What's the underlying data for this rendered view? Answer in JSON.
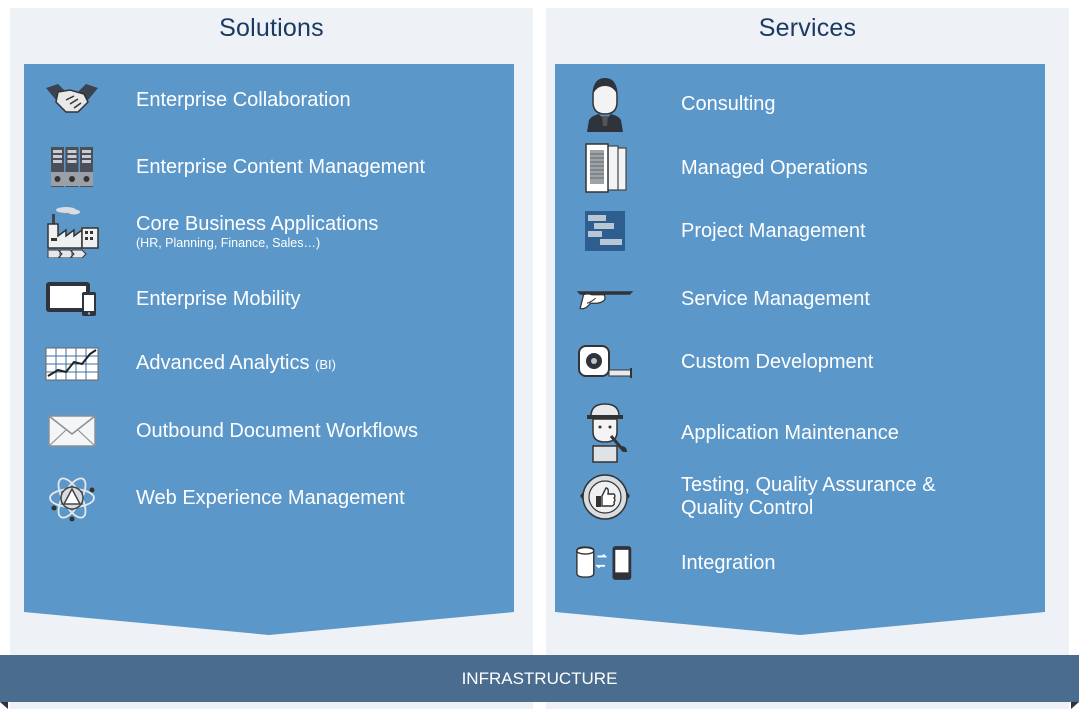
{
  "colors": {
    "panel_blue": "#5b97c9",
    "column_bg": "#eef1f5",
    "title_navy": "#1a3a63",
    "infra_bar": "#4a6d8f"
  },
  "solutions": {
    "title": "Solutions",
    "items": [
      {
        "icon": "handshake-icon",
        "label": "Enterprise Collaboration"
      },
      {
        "icon": "binders-icon",
        "label": "Enterprise Content Management"
      },
      {
        "icon": "factory-icon",
        "label": "Core Business Applications",
        "sub": "(HR, Planning, Finance, Sales…)"
      },
      {
        "icon": "tablet-phone-icon",
        "label": "Enterprise Mobility"
      },
      {
        "icon": "chart-icon",
        "label": "Advanced Analytics",
        "suffix": "(BI)"
      },
      {
        "icon": "envelope-icon",
        "label": "Outbound Document Workflows"
      },
      {
        "icon": "atom-icon",
        "label": "Web Experience Management"
      }
    ]
  },
  "services": {
    "title": "Services",
    "items": [
      {
        "icon": "consultant-icon",
        "label": "Consulting"
      },
      {
        "icon": "server-icon",
        "label": "Managed Operations"
      },
      {
        "icon": "gantt-icon",
        "label": "Project Management"
      },
      {
        "icon": "serving-tray-icon",
        "label": "Service Management"
      },
      {
        "icon": "tape-measure-icon",
        "label": "Custom Development"
      },
      {
        "icon": "mechanic-icon",
        "label": "Application Maintenance"
      },
      {
        "icon": "thumbs-up-badge-icon",
        "label": "Testing, Quality Assurance",
        "amp": "&",
        "label2": "Quality Control"
      },
      {
        "icon": "database-phone-icon",
        "label": "Integration"
      }
    ]
  },
  "infrastructure": {
    "label": "INFRASTRUCTURE"
  }
}
